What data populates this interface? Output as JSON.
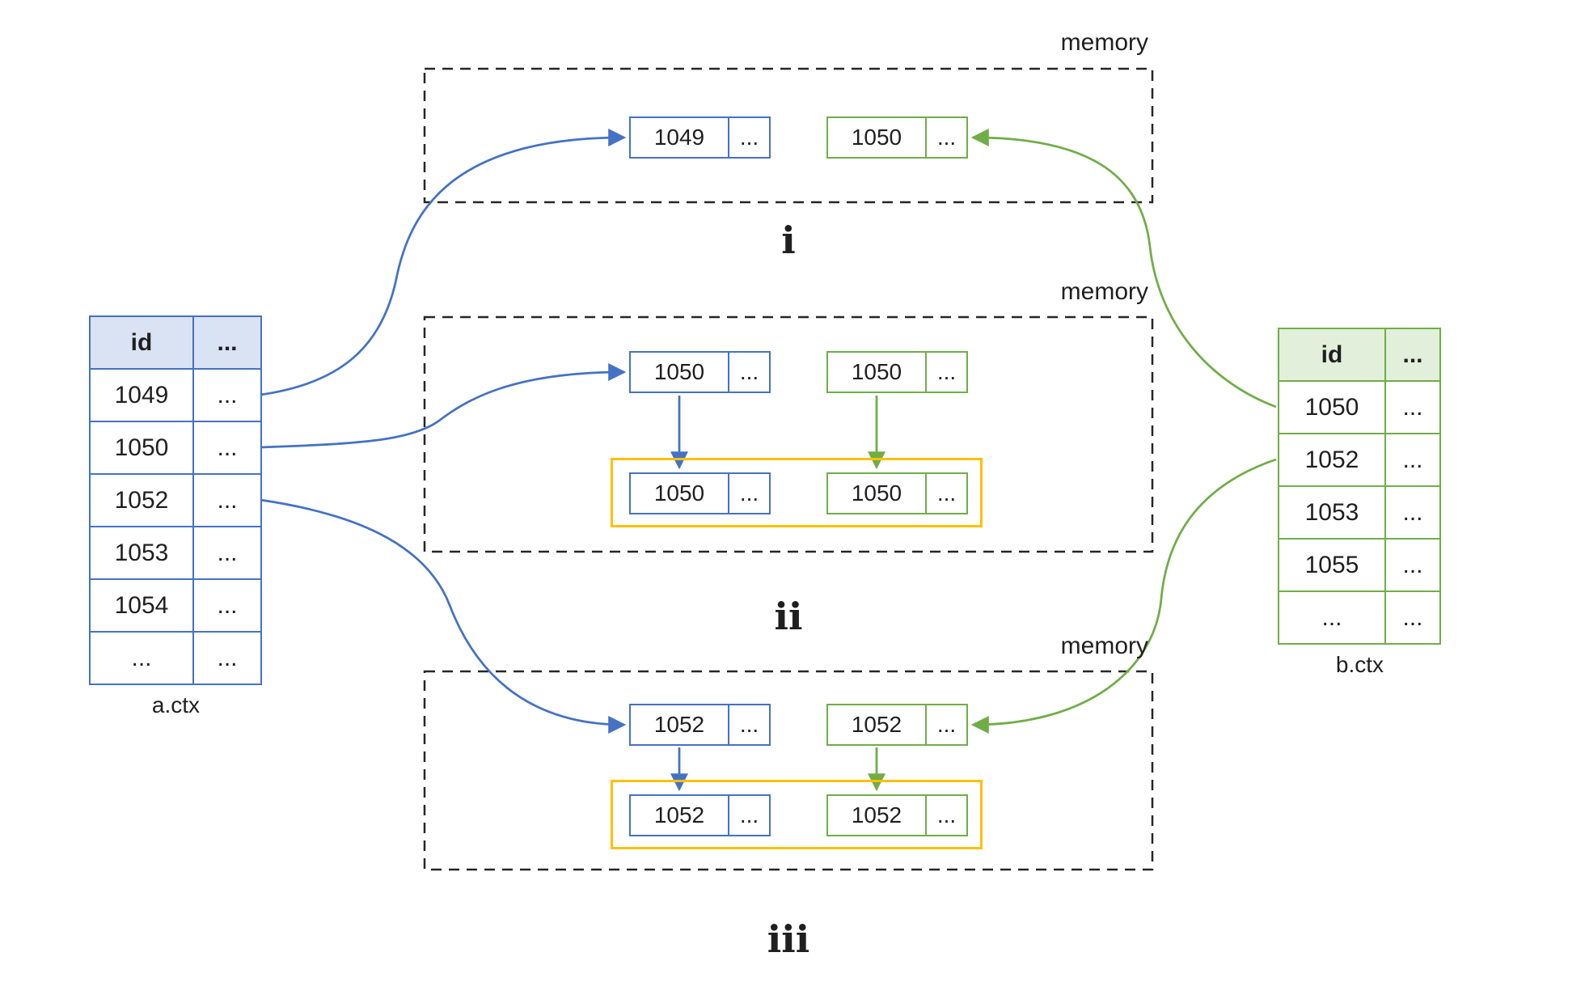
{
  "a_ctx": {
    "caption": "a.ctx",
    "header": {
      "id": "id",
      "rest": "..."
    },
    "rows": [
      {
        "id": "1049",
        "rest": "..."
      },
      {
        "id": "1050",
        "rest": "..."
      },
      {
        "id": "1052",
        "rest": "..."
      },
      {
        "id": "1053",
        "rest": "..."
      },
      {
        "id": "1054",
        "rest": "..."
      },
      {
        "id": "...",
        "rest": "..."
      }
    ]
  },
  "b_ctx": {
    "caption": "b.ctx",
    "header": {
      "id": "id",
      "rest": "..."
    },
    "rows": [
      {
        "id": "1050",
        "rest": "..."
      },
      {
        "id": "1052",
        "rest": "..."
      },
      {
        "id": "1053",
        "rest": "..."
      },
      {
        "id": "1055",
        "rest": "..."
      },
      {
        "id": "...",
        "rest": "..."
      }
    ]
  },
  "memory": {
    "i": {
      "label": "memory",
      "numeral": "i",
      "blue": {
        "id": "1049",
        "rest": "..."
      },
      "green": {
        "id": "1050",
        "rest": "..."
      }
    },
    "ii": {
      "label": "memory",
      "numeral": "ii",
      "blue": {
        "id": "1050",
        "rest": "..."
      },
      "green": {
        "id": "1050",
        "rest": "..."
      },
      "shared_blue": {
        "id": "1050",
        "rest": "..."
      },
      "shared_green": {
        "id": "1050",
        "rest": "..."
      }
    },
    "iii": {
      "label": "memory",
      "numeral": "iii",
      "blue": {
        "id": "1052",
        "rest": "..."
      },
      "green": {
        "id": "1052",
        "rest": "..."
      },
      "shared_blue": {
        "id": "1052",
        "rest": "..."
      },
      "shared_green": {
        "id": "1052",
        "rest": "..."
      }
    }
  },
  "colors": {
    "blue": "#4472C4",
    "blue_fill": "#DAE3F3",
    "green": "#70AD47",
    "green_fill": "#E2EFDA",
    "yellow": "#FFC000",
    "dashed_border": "#262626"
  },
  "connections": [
    {
      "from": "a.ctx row 1049",
      "to": "memory i blue record 1049",
      "color": "blue"
    },
    {
      "from": "a.ctx row 1050",
      "to": "memory ii blue record 1050",
      "color": "blue"
    },
    {
      "from": "a.ctx row 1052",
      "to": "memory iii blue record 1052",
      "color": "blue"
    },
    {
      "from": "b.ctx row 1050",
      "to": "memory i green record 1050",
      "color": "green"
    },
    {
      "from": "b.ctx row 1052",
      "to": "memory iii green record 1052",
      "color": "green"
    },
    {
      "from": "memory ii blue record 1050",
      "to": "memory ii shared blue record 1050",
      "color": "blue"
    },
    {
      "from": "memory ii green record 1050",
      "to": "memory ii shared green record 1050",
      "color": "green"
    },
    {
      "from": "memory iii blue record 1052",
      "to": "memory iii shared blue record 1052",
      "color": "blue"
    },
    {
      "from": "memory iii green record 1052",
      "to": "memory iii shared green record 1052",
      "color": "green"
    }
  ]
}
